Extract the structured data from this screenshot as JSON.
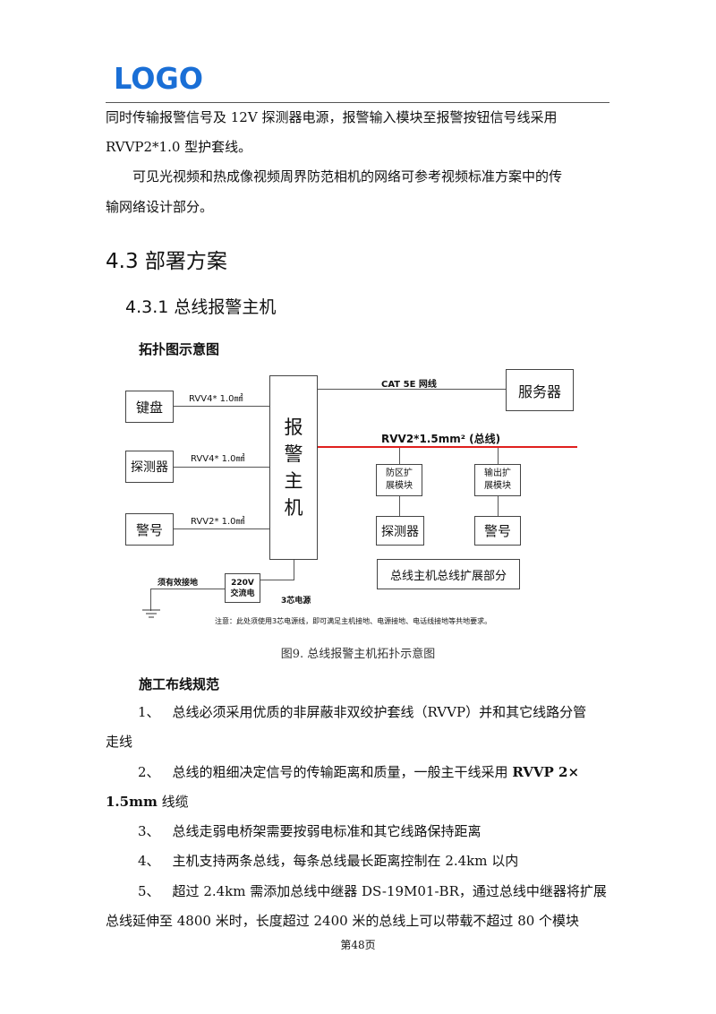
{
  "header": {
    "logo_text": "LOGO",
    "logo_color": "#1a6fd6"
  },
  "intro": {
    "line1": "同时传输报警信号及 12V 探测器电源，报警输入模块至报警按钮信号线采用",
    "line2": "RVVP2*1.0 型护套线。",
    "line3": "可见光视频和热成像视频周界防范相机的网络可参考视频标准方案中的传",
    "line4": "输网络设计部分。"
  },
  "section": {
    "title": "4.3 部署方案"
  },
  "subsection": {
    "title": "4.3.1 总线报警主机"
  },
  "topology_label": "拓扑图示意图",
  "diagram": {
    "keyboard": "键盘",
    "detector_left": "探测器",
    "siren_left": "警号",
    "cable_keyboard": "RVV4* 1.0㎟",
    "cable_detector": "RVV4* 1.0㎟",
    "cable_siren": "RVV2* 1.0㎟",
    "host_chars": [
      "报",
      "警",
      "主",
      "机"
    ],
    "network_cable": "CAT 5E 网线",
    "server": "服务器",
    "bus_label": "RVV2*1.5mm² (总线)",
    "bus_color": "#e0201e",
    "zone_module_1": "防区扩",
    "zone_module_2": "展模块",
    "output_module_1": "输出扩",
    "output_module_2": "展模块",
    "detector_right": "探测器",
    "siren_right": "警号",
    "bus_ext": "总线主机总线扩展部分",
    "ground": "须有效接地",
    "power_1": "220V",
    "power_2": "交流电",
    "power_cable": "3芯电源",
    "note": "注意：此处须使用3芯电源线，即可满足主机接地、电源接地、电话线接地等共地要求。"
  },
  "caption": "图9. 总线报警主机拓扑示意图",
  "spec_title": "施工布线规范",
  "items": {
    "i1_num": "1、",
    "i1_a": "总线必须采用优质的非屏蔽非双绞护套线（RVVP）并和其它线路分管",
    "i1_b": "走线",
    "i2_num": "2、",
    "i2_a": "总线的粗细决定信号的传输距离和质量，一般主干线采用 ",
    "i2_bold": "RVVP 2×",
    "i2_b_bold": "1.5mm",
    "i2_b": " 线缆",
    "i3_num": "3、",
    "i3_a": "总线走弱电桥架需要按弱电标准和其它线路保持距离",
    "i4_num": "4、",
    "i4_a": "主机支持两条总线，每条总线最长距离控制在 2.4km 以内",
    "i5_num": "5、",
    "i5_a": "超过 2.4km 需添加总线中继器 DS-19M01-BR，通过总线中继器将扩展",
    "i5_b": "总线延伸至 4800 米时，长度超过 2400 米的总线上可以带载不超过 80 个模块"
  },
  "footer": "第48页"
}
